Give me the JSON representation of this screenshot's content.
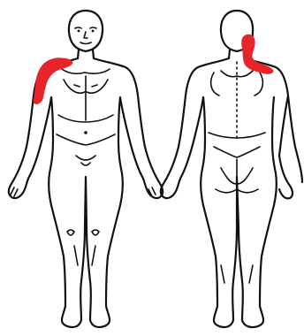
{
  "diagram": {
    "views": [
      {
        "id": "front",
        "pain_region": "right-shoulder-and-upper-arm"
      },
      {
        "id": "back",
        "pain_region": "neck-and-upper-trapezius"
      }
    ],
    "colors": {
      "outline": "#111111",
      "pain_marking": "#e8242b",
      "background": "#ffffff"
    }
  }
}
